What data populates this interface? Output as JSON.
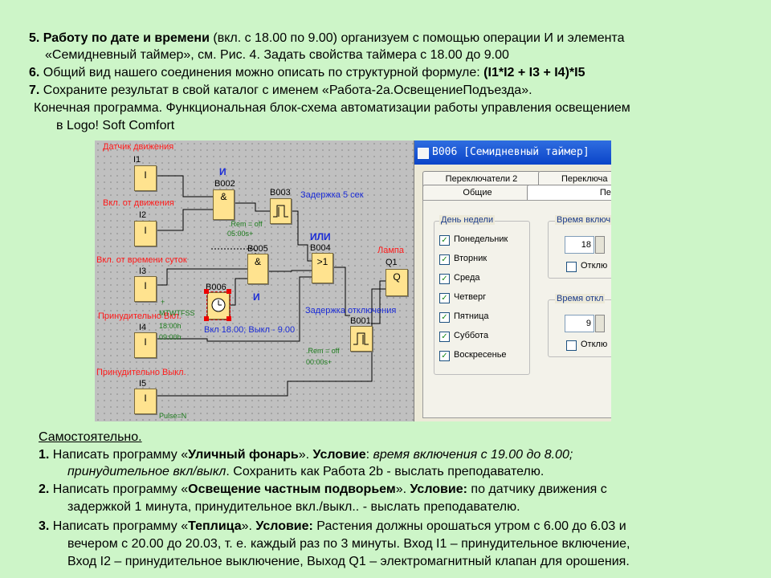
{
  "intro": {
    "p5_num": "5.",
    "p5_bold": "Работу по дате и времени",
    "p5_rest": " (вкл. с 18.00 по 9.00) организуем с помощью операции И и элемента",
    "p5_line2": "«Семидневный таймер», см. Рис. 4. Задать свойства таймера с 18.00 до 9.00",
    "p6_num": "6.",
    "p6_text": " Общий вид нашего соединения можно описать по структурной формуле: ",
    "p6_formula": "(I1*I2 + I3 + I4)*I5",
    "p7_num": "7.",
    "p7_text": " Сохраните результат в свой каталог с именем «Работа-2а.ОсвещениеПодъезда».",
    "final_line1": "Конечная программа. Функциональная блок-схема автоматизации работы управления освещением",
    "final_line2": "в Logo! Soft Comfort"
  },
  "diagram": {
    "labels": {
      "motion_sensor": "Датчик движения",
      "on_from_motion": "Вкл. от движения",
      "on_from_time": "Вкл. от времени суток",
      "force_on": "Принудительно Вкл.",
      "force_off": "Принудительно Выкл.",
      "and_label": "И",
      "and_label2": "И",
      "or_label": "ИЛИ",
      "delay_5s": "Задержка 5 сек",
      "delay_off": "Задержка отключения",
      "lamp": "Лампа",
      "timer_note": "Вкл 18.00; Выкл - 9.00"
    },
    "inputs": [
      "I1",
      "I2",
      "I3",
      "I4",
      "I5"
    ],
    "blocks": {
      "b002": "B002",
      "b003": "B003",
      "b005": "B005",
      "b004": "B004",
      "b006": "B006",
      "b001": "B001",
      "q1": "Q1",
      "and_sym": "&",
      "and_sym2": "&",
      "or_sym": ">1",
      "q_sym": "Q",
      "input_sym": "I"
    },
    "params": {
      "rem1": ".Rem = off",
      "t1": "05:00s+",
      "rem2": ".Rem = off",
      "t2": "00:00s+",
      "days": "MTWTFSS",
      "on_time": "18:00h",
      "off_time": "09:00h",
      "pulse": "Pulse=N",
      "plus": "+"
    }
  },
  "dialog": {
    "title": "B006 [Семидневный таймер]",
    "tabs": {
      "switches2": "Переключатели 2",
      "switches_cut": "Переключа",
      "general": "Общие",
      "params_cut": "Пер"
    },
    "days_group": "День недели",
    "days": [
      "Понедельник",
      "Вторник",
      "Среда",
      "Четверг",
      "Пятница",
      "Суббота",
      "Воскресенье"
    ],
    "on_group": "Время включ",
    "on_hour": "18",
    "on_disable": "Отклю",
    "off_group": "Время откл",
    "off_hour": "9",
    "off_disable": "Отклю",
    "check_mark": "✓"
  },
  "tasks": {
    "heading": "Самостоятельно.",
    "t1_num": "1.",
    "t1_a": " Написать программу «",
    "t1_name": "Уличный фонарь",
    "t1_b": "». ",
    "t1_cond": "Условие",
    "t1_c": ": ",
    "t1_italic1": "время включения с 19.00 до 8.00;",
    "t1_italic2": "принудительное вкл/выкл",
    "t1_d": ". Сохранить как Работа 2b - выслать преподавателю.",
    "t2_num": "2.",
    "t2_a": " Написать программу «",
    "t2_name": "Освещение частным подворьем",
    "t2_b": "». ",
    "t2_cond": "Условие:",
    "t2_c": " по датчику движения с",
    "t2_line2": "задержкой 1 минута, принудительное вкл./выкл.. - выслать преподавателю.",
    "t3_num": "3.",
    "t3_a": " Написать программу «",
    "t3_name": "Теплица",
    "t3_b": "». ",
    "t3_cond": "Условие:",
    "t3_c": " Растения должны орошаться утром с 6.00 до 6.03 и",
    "t3_line2": "вечером с 20.00 до 20.03, т. е. каждый раз по 3 минуты. Вход I1 – принудительное включение,",
    "t3_line3": "Вход I2 – принудительное выключение, Выход Q1 – электромагнитный клапан для орошения."
  },
  "colors": {
    "background": "#cdf5c8",
    "diagram_bg": "#c0c0c0",
    "block": "#ffe38f",
    "title_bar": "#0a44c8",
    "label_red": "#ff1a1a",
    "label_blue": "#1a2bd6"
  }
}
